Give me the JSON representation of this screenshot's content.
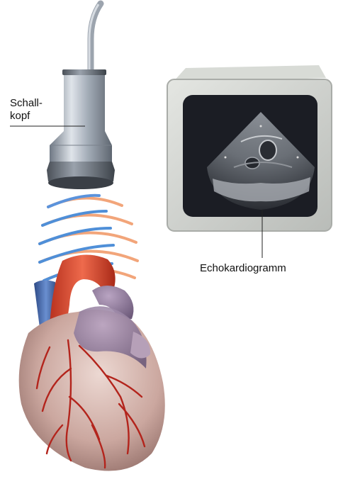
{
  "header": {
    "title_cut": ""
  },
  "labels": {
    "probe_line1": "Schall-",
    "probe_line2": "kopf",
    "echocardiogram": "Echokardiogramm"
  },
  "colors": {
    "probe_metal": "#9aa3ad",
    "monitor_frame": "#c9ccc9",
    "monitor_screen": "#1d1f26",
    "wave_blue": "#4f8fd8",
    "wave_orange": "#f2a57a",
    "heart_muscle": "#c9a8a2",
    "aorta_red": "#d9452e",
    "vena_blue": "#3f63a8",
    "coronary": "#b3241c"
  },
  "icons": [
    "ultrasound-probe-icon",
    "monitor-icon",
    "heart-illustration"
  ]
}
